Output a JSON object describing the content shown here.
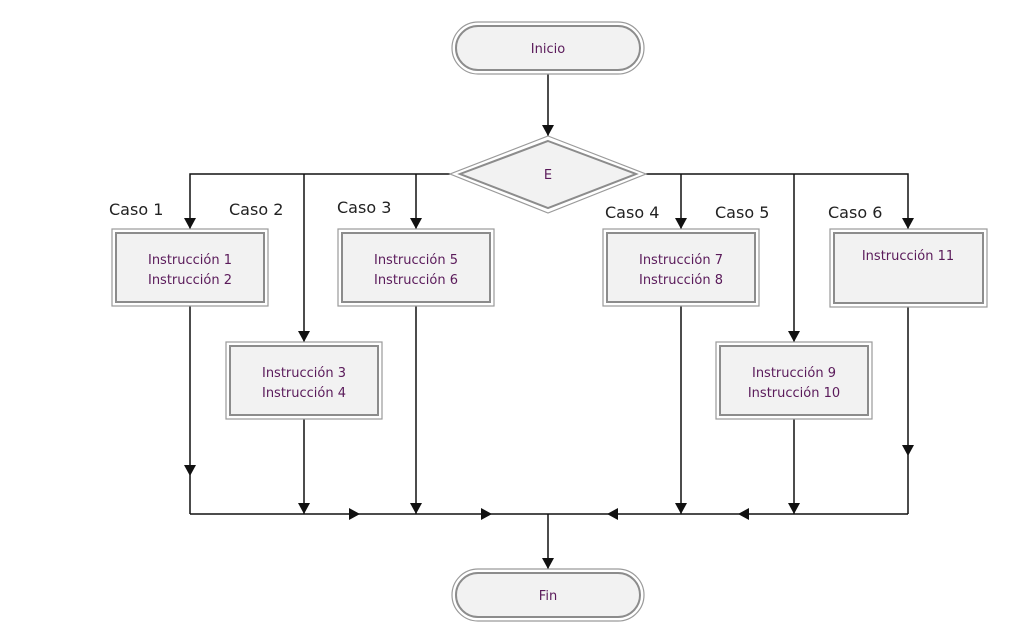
{
  "diagram": {
    "type": "flowchart",
    "colors": {
      "shape_fill": "#f2f2f2",
      "shape_border": "#8c8c8c",
      "edge": "#111111",
      "node_text": "#5a1a5a",
      "label_text": "#222222"
    },
    "start": {
      "id": "inicio",
      "label": "Inicio"
    },
    "decision": {
      "id": "E",
      "label": "E"
    },
    "end": {
      "id": "fin",
      "label": "Fin"
    },
    "cases": [
      {
        "id": "caso1",
        "label": "Caso 1",
        "instructions": [
          "Instrucción 1",
          "Instrucción 2"
        ]
      },
      {
        "id": "caso2",
        "label": "Caso 2",
        "instructions": [
          "Instrucción 3",
          "Instrucción 4"
        ]
      },
      {
        "id": "caso3",
        "label": "Caso 3",
        "instructions": [
          "Instrucción 5",
          "Instrucción 6"
        ]
      },
      {
        "id": "caso4",
        "label": "Caso 4",
        "instructions": [
          "Instrucción 7",
          "Instrucción 8"
        ]
      },
      {
        "id": "caso5",
        "label": "Caso 5",
        "instructions": [
          "Instrucción 9",
          "Instrucción 10"
        ]
      },
      {
        "id": "caso6",
        "label": "Caso 6",
        "instructions": [
          "Instrucción 11"
        ]
      }
    ],
    "edges": [
      {
        "from": "inicio",
        "to": "E"
      },
      {
        "from": "E",
        "to": "caso1"
      },
      {
        "from": "E",
        "to": "caso2"
      },
      {
        "from": "E",
        "to": "caso3"
      },
      {
        "from": "E",
        "to": "caso4"
      },
      {
        "from": "E",
        "to": "caso5"
      },
      {
        "from": "E",
        "to": "caso6"
      },
      {
        "from": "caso1",
        "to": "fin"
      },
      {
        "from": "caso2",
        "to": "fin"
      },
      {
        "from": "caso3",
        "to": "fin"
      },
      {
        "from": "caso4",
        "to": "fin"
      },
      {
        "from": "caso5",
        "to": "fin"
      },
      {
        "from": "caso6",
        "to": "fin"
      }
    ]
  }
}
